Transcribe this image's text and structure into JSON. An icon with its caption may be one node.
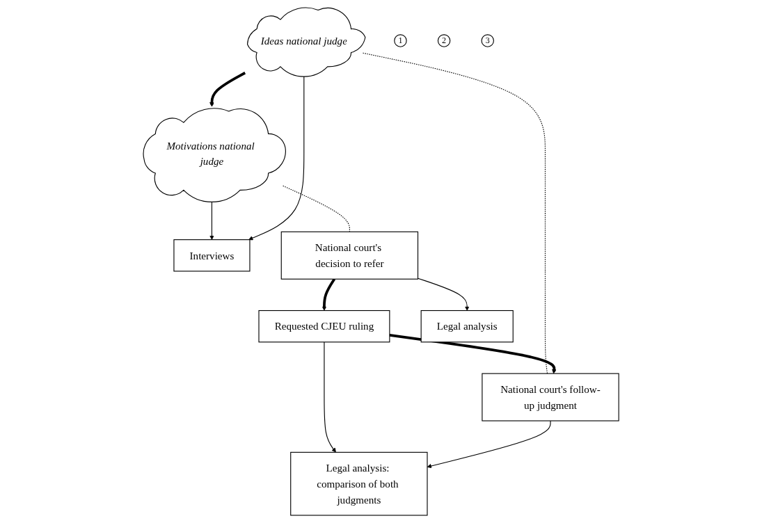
{
  "diagram": {
    "nodes": [
      {
        "text": [
          "Motivations national judge"
        ]
      },
      {
        "text": [
          "Interviews"
        ]
      },
      {
        "text": [
          "Ideas national judge"
        ]
      },
      {
        "text": [
          "National court's decision to refer"
        ]
      },
      {
        "text": [
          "1"
        ]
      },
      {
        "text": [
          "Requested CJEU ruling"
        ]
      },
      {
        "text": [
          "National court's follow-up judgment"
        ]
      },
      {
        "text": [
          "2"
        ]
      },
      {
        "text": [
          "Legal analysis"
        ]
      },
      {
        "text": [
          "Legal analysis: comparison of both judgments"
        ]
      },
      {
        "text": [
          "3"
        ]
      }
    ],
    "edges": [
      {
        "from": 2,
        "to": 0,
        "arrow": "to",
        "style": "thick"
      },
      {
        "from": 0,
        "to": 1,
        "arrow": "to"
      },
      {
        "from": 2,
        "to": 1,
        "arrow": "to"
      },
      {
        "from": 0,
        "to": 3,
        "arrow": "none",
        "style": "dashed"
      },
      {
        "from": 2,
        "to": 6,
        "arrow": "none",
        "style": "dashed"
      },
      {
        "from": 3,
        "to": 5,
        "arrow": "to",
        "style": "thick"
      },
      {
        "from": 5,
        "to": 6,
        "arrow": "to",
        "style": "thick"
      },
      {
        "from": 3,
        "to": 8,
        "arrow": "to"
      },
      {
        "from": 5,
        "to": 9,
        "arrow": "to"
      },
      {
        "from": 6,
        "to": 9,
        "arrow": "to"
      }
    ]
  }
}
